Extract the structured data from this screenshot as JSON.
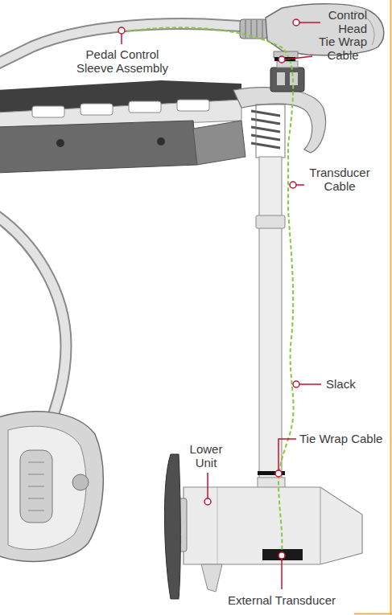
{
  "diagram": {
    "labels": [
      "Control Head",
      "Pedal Control Sleeve Assembly",
      "Tie Wrap Cable",
      "Transducer Cable",
      "Slack",
      "Tie Wrap Cable",
      "Lower Unit",
      "External Transducer"
    ]
  }
}
